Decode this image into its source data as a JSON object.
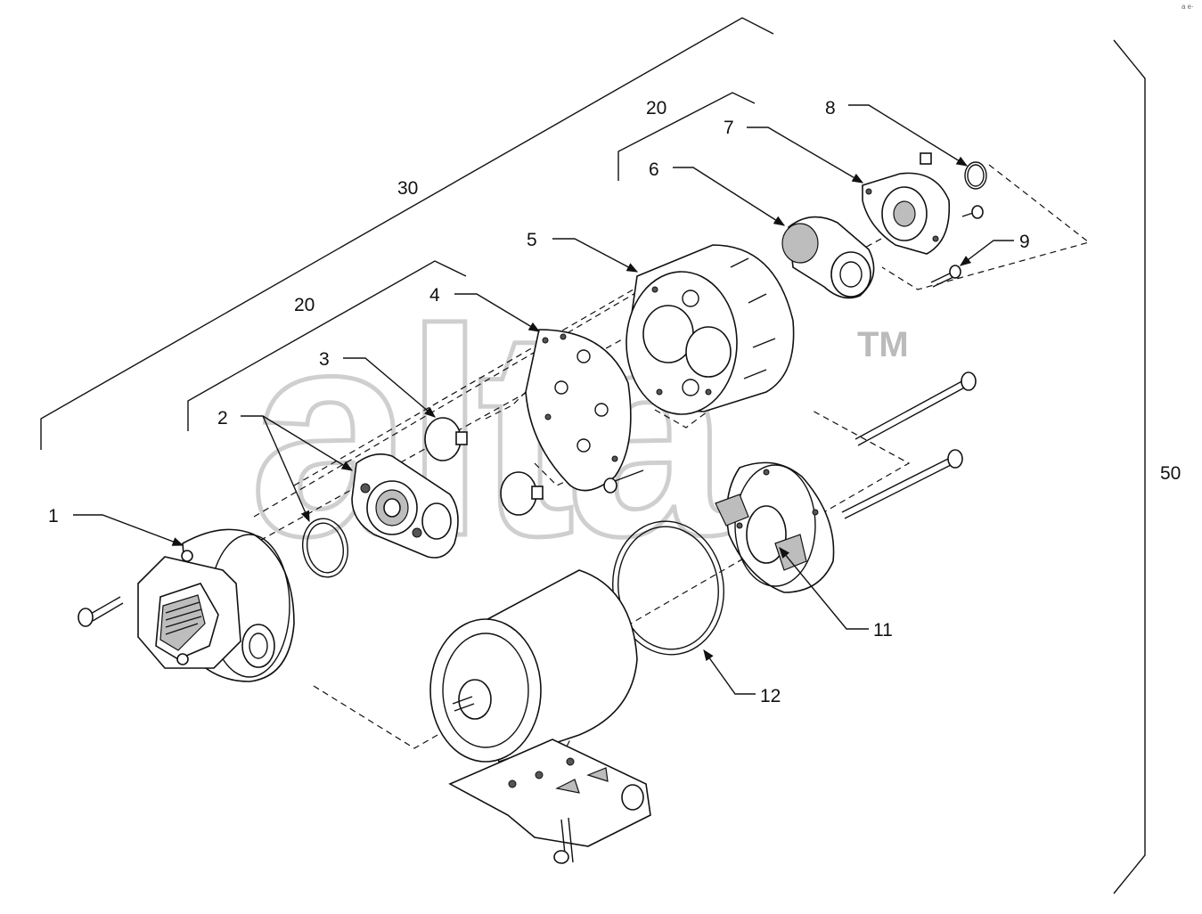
{
  "watermark": {
    "text": "alta",
    "trademark": "TM"
  },
  "brackets": [
    {
      "id": "assembly-30",
      "label": "30"
    },
    {
      "id": "assembly-20-left",
      "label": "20"
    },
    {
      "id": "assembly-20-right",
      "label": "20"
    },
    {
      "id": "assembly-50",
      "label": "50"
    }
  ],
  "callouts": [
    {
      "id": "1",
      "label": "1"
    },
    {
      "id": "2",
      "label": "2"
    },
    {
      "id": "3",
      "label": "3"
    },
    {
      "id": "4",
      "label": "4"
    },
    {
      "id": "5",
      "label": "5"
    },
    {
      "id": "6",
      "label": "6"
    },
    {
      "id": "7",
      "label": "7"
    },
    {
      "id": "8",
      "label": "8"
    },
    {
      "id": "9",
      "label": "9"
    },
    {
      "id": "11",
      "label": "11"
    },
    {
      "id": "12",
      "label": "12"
    }
  ],
  "corner_mark": "a e·"
}
